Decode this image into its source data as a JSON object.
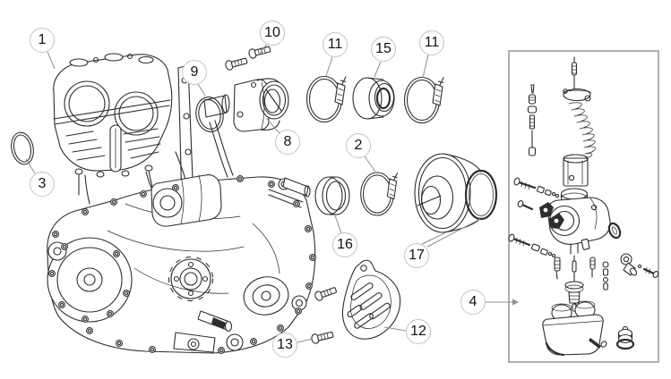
{
  "theme": {
    "background": "#ffffff",
    "line_color": "#2d2d2d",
    "leader_color": "#8f8f8f",
    "callout_border": "#c4c4c4",
    "callout_text": "#111111"
  },
  "callouts": [
    {
      "label": "1"
    },
    {
      "label": "3"
    },
    {
      "label": "9"
    },
    {
      "label": "10"
    },
    {
      "label": "8"
    },
    {
      "label": "11"
    },
    {
      "label": "15"
    },
    {
      "label": "11"
    },
    {
      "label": "2"
    },
    {
      "label": "16"
    },
    {
      "label": "17"
    },
    {
      "label": "12"
    },
    {
      "label": "13"
    },
    {
      "label": "4"
    }
  ]
}
